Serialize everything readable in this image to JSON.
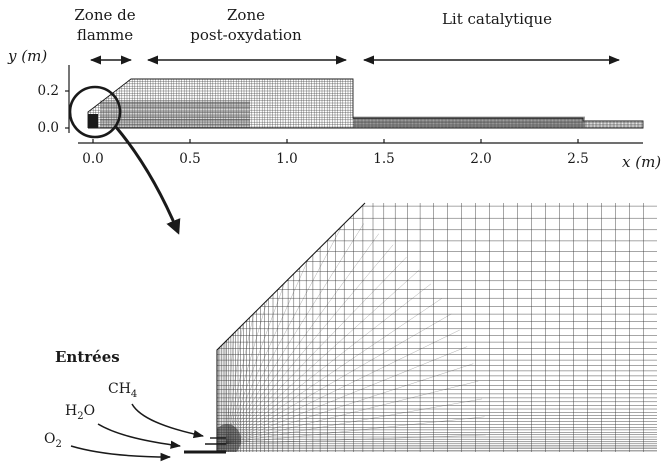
{
  "zones": [
    {
      "id": "flame",
      "lines": [
        "Zone de",
        "flamme"
      ]
    },
    {
      "id": "post",
      "lines": [
        "Zone",
        "post-oxydation"
      ]
    },
    {
      "id": "bed",
      "lines": [
        "Lit catalytique"
      ]
    }
  ],
  "axes": {
    "y_label": "y (m)",
    "x_label": "x (m)",
    "y_ticks": [
      "0.2",
      "0.0"
    ],
    "x_ticks": [
      "0.0",
      "0.5",
      "1.0",
      "1.5",
      "2.0",
      "2.5"
    ]
  },
  "inlets": {
    "title": "Entrées",
    "species": [
      {
        "id": "ch4",
        "base": "CH",
        "sub": "4",
        "tail": ""
      },
      {
        "id": "h2o",
        "base": "H",
        "sub": "2",
        "tail": "O"
      },
      {
        "id": "o2",
        "base": "O",
        "sub": "2",
        "tail": ""
      }
    ]
  },
  "colors": {
    "ink": "#1a1a1a",
    "mesh": "#3a3a3a",
    "mesh_dense": "#555555"
  }
}
